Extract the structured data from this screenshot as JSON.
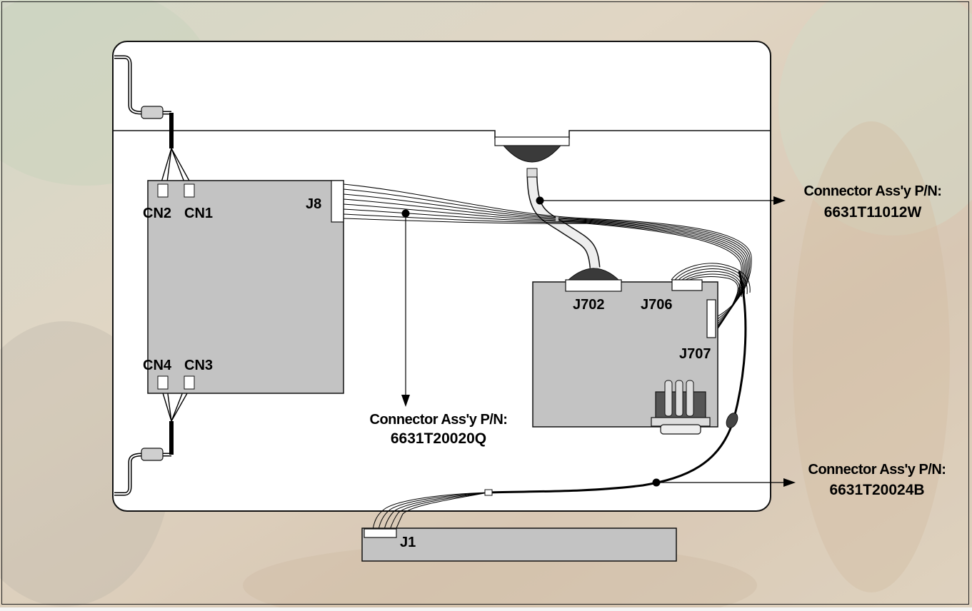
{
  "diagram": {
    "labels": {
      "cn1": "CN1",
      "cn2": "CN2",
      "cn3": "CN3",
      "cn4": "CN4",
      "j8": "J8",
      "j702": "J702",
      "j706": "J706",
      "j707": "J707",
      "j1": "J1"
    },
    "callouts": [
      {
        "id": "connector-11012w",
        "title": "Connector Ass'y P/N:",
        "part_number": "6631T11012W"
      },
      {
        "id": "connector-20020q",
        "title": "Connector Ass'y P/N:",
        "part_number": "6631T20020Q"
      },
      {
        "id": "connector-20024b",
        "title": "Connector Ass'y P/N:",
        "part_number": "6631T20024B"
      }
    ]
  },
  "colors": {
    "chassis": "#ffffff",
    "board": "#c3c3c3",
    "connector": "#ffffff",
    "wire": "#000000",
    "background_warm": "#c9b59a",
    "background_cool": "#9aa59a"
  }
}
